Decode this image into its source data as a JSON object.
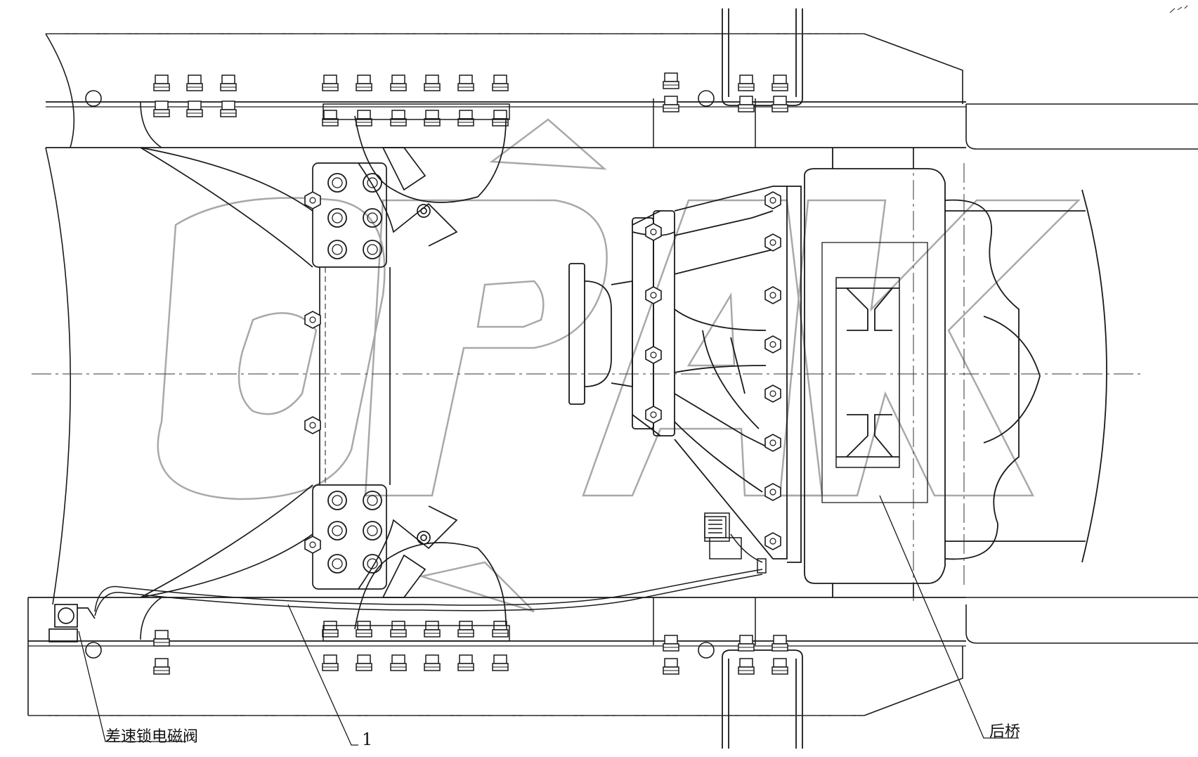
{
  "labels": {
    "solenoid": "差速锁电磁阀",
    "part_number": "1",
    "rear_axle": "后桥"
  },
  "watermark": {
    "text": "OPAK",
    "color": "#9a9a9a"
  },
  "colors": {
    "line": "#1a1a1a",
    "centerline": "#333333",
    "background": "#ffffff"
  }
}
